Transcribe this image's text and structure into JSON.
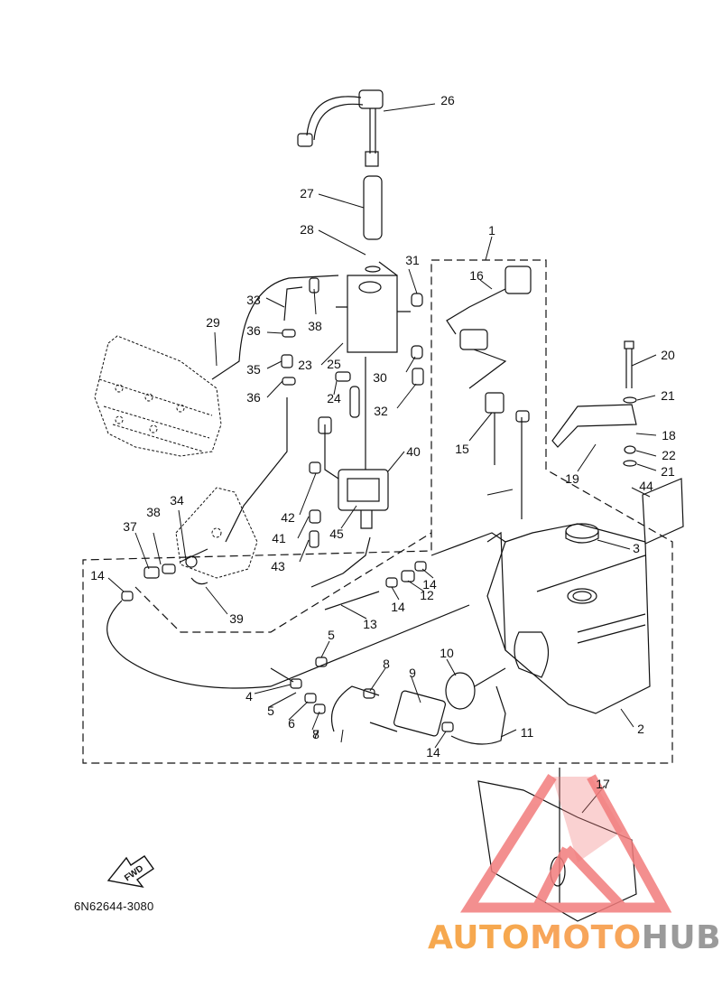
{
  "diagram": {
    "part_code": "6N62644-3080",
    "fwd_label": "FWD",
    "watermark": {
      "part1": "AUTO",
      "part2": "MOTO",
      "part3": "HUB",
      "colors": [
        "#f6a84f",
        "#f7a55a",
        "#9a9a9a"
      ],
      "triangle_color": "#f27c7c"
    },
    "callouts": [
      {
        "n": "1"
      },
      {
        "n": "2"
      },
      {
        "n": "3"
      },
      {
        "n": "4"
      },
      {
        "n": "5"
      },
      {
        "n": "5"
      },
      {
        "n": "6"
      },
      {
        "n": "7"
      },
      {
        "n": "8"
      },
      {
        "n": "8"
      },
      {
        "n": "9"
      },
      {
        "n": "10"
      },
      {
        "n": "11"
      },
      {
        "n": "12"
      },
      {
        "n": "13"
      },
      {
        "n": "14"
      },
      {
        "n": "14"
      },
      {
        "n": "14"
      },
      {
        "n": "14"
      },
      {
        "n": "15"
      },
      {
        "n": "16"
      },
      {
        "n": "17"
      },
      {
        "n": "18"
      },
      {
        "n": "19"
      },
      {
        "n": "20"
      },
      {
        "n": "21"
      },
      {
        "n": "21"
      },
      {
        "n": "22"
      },
      {
        "n": "23"
      },
      {
        "n": "24"
      },
      {
        "n": "25"
      },
      {
        "n": "26"
      },
      {
        "n": "27"
      },
      {
        "n": "28"
      },
      {
        "n": "29"
      },
      {
        "n": "30"
      },
      {
        "n": "31"
      },
      {
        "n": "32"
      },
      {
        "n": "33"
      },
      {
        "n": "34"
      },
      {
        "n": "35"
      },
      {
        "n": "36"
      },
      {
        "n": "36"
      },
      {
        "n": "37"
      },
      {
        "n": "38"
      },
      {
        "n": "38"
      },
      {
        "n": "39"
      },
      {
        "n": "40"
      },
      {
        "n": "41"
      },
      {
        "n": "42"
      },
      {
        "n": "43"
      },
      {
        "n": "44"
      },
      {
        "n": "45"
      }
    ]
  }
}
